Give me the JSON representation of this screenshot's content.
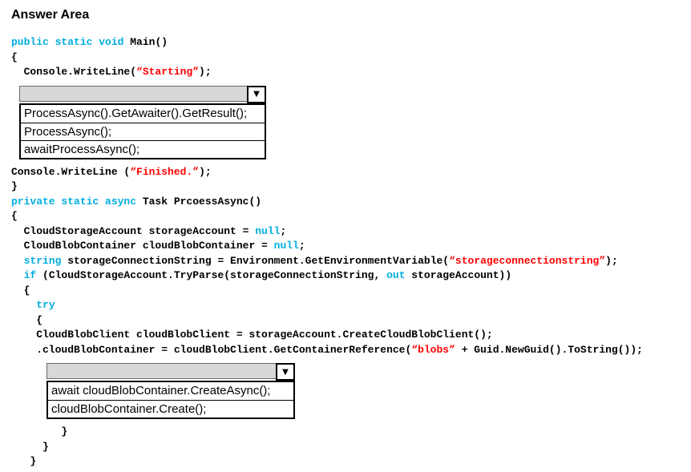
{
  "title": "Answer Area",
  "colors": {
    "keyword": "#00aee0",
    "string": "#ff0000",
    "text": "#000000"
  },
  "icons": {
    "dropdown_arrow": "▼"
  },
  "code": {
    "section1": [
      {
        "segs": [
          {
            "c": "k",
            "t": "public static void "
          },
          {
            "c": "p",
            "t": "Main()"
          }
        ]
      },
      {
        "segs": [
          {
            "c": "p",
            "t": "{"
          }
        ]
      },
      {
        "segs": [
          {
            "c": "p",
            "t": "  Console.WriteLine("
          },
          {
            "c": "s",
            "t": "“Starting”"
          },
          {
            "c": "p",
            "t": ");"
          }
        ]
      }
    ],
    "section2": [
      {
        "segs": [
          {
            "c": "p",
            "t": "Console.WriteLine ("
          },
          {
            "c": "s",
            "t": "“Finished.”"
          },
          {
            "c": "p",
            "t": ");"
          }
        ]
      },
      {
        "segs": [
          {
            "c": "p",
            "t": "}"
          }
        ]
      },
      {
        "segs": [
          {
            "c": "k",
            "t": "private static async "
          },
          {
            "c": "p",
            "t": "Task PrcoessAsync()"
          }
        ]
      },
      {
        "segs": [
          {
            "c": "p",
            "t": "{"
          }
        ]
      },
      {
        "segs": [
          {
            "c": "p",
            "t": "  CloudStorageAccount storageAccount = "
          },
          {
            "c": "k",
            "t": "null"
          },
          {
            "c": "p",
            "t": ";"
          }
        ]
      },
      {
        "segs": [
          {
            "c": "p",
            "t": "  CloudBlobContainer cloudBlobContainer = "
          },
          {
            "c": "k",
            "t": "null"
          },
          {
            "c": "p",
            "t": ";"
          }
        ]
      },
      {
        "segs": [
          {
            "c": "p",
            "t": "  "
          },
          {
            "c": "k",
            "t": "string"
          },
          {
            "c": "p",
            "t": " storageConnectionString = Environment.GetEnvironmentVariable("
          },
          {
            "c": "s",
            "t": "“storageconnectionstring”"
          },
          {
            "c": "p",
            "t": ");"
          }
        ]
      },
      {
        "segs": [
          {
            "c": "p",
            "t": "  "
          },
          {
            "c": "k",
            "t": "if"
          },
          {
            "c": "p",
            "t": " (CloudStorageAccount.TryParse(storageConnectionString, "
          },
          {
            "c": "k",
            "t": "out"
          },
          {
            "c": "p",
            "t": " storageAccount))"
          }
        ]
      },
      {
        "segs": [
          {
            "c": "p",
            "t": "  {"
          }
        ]
      },
      {
        "segs": [
          {
            "c": "p",
            "t": "    "
          },
          {
            "c": "k",
            "t": "try"
          }
        ]
      },
      {
        "segs": [
          {
            "c": "p",
            "t": "    {"
          }
        ]
      },
      {
        "segs": [
          {
            "c": "p",
            "t": "    CloudBlobClient cloudBlobClient = storageAccount.CreateCloudBlobClient();"
          }
        ]
      },
      {
        "segs": [
          {
            "c": "p",
            "t": "    .cloudBlobContainer = cloudBlobClient.GetContainerReference("
          },
          {
            "c": "s",
            "t": "“blobs”"
          },
          {
            "c": "p",
            "t": " + Guid.NewGuid().ToString());"
          }
        ]
      }
    ],
    "section3": [
      {
        "segs": [
          {
            "c": "p",
            "t": "        }"
          }
        ]
      },
      {
        "segs": [
          {
            "c": "p",
            "t": "     }"
          }
        ]
      },
      {
        "segs": [
          {
            "c": "p",
            "t": "   }"
          }
        ]
      }
    ]
  },
  "dropdown1": {
    "options": [
      "ProcessAsync().GetAwaiter().GetResult();",
      "ProcessAsync();",
      "awaitProcessAsync();"
    ]
  },
  "dropdown2": {
    "options": [
      "await cloudBlobContainer.CreateAsync();",
      "cloudBlobContainer.Create();"
    ]
  }
}
